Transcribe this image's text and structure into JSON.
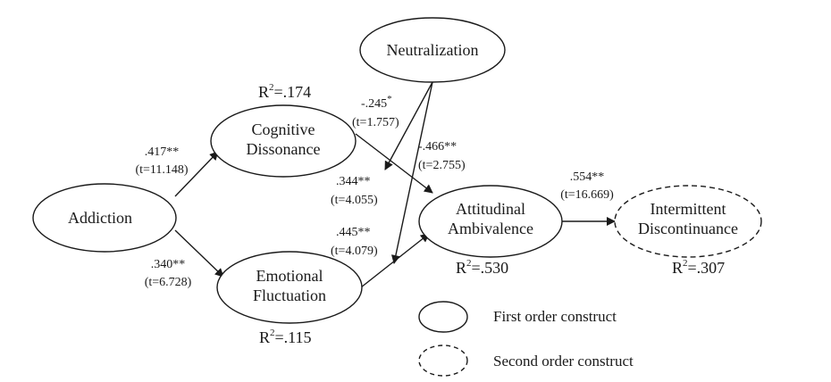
{
  "nodes": {
    "neutralization": {
      "lines": [
        "Neutralization"
      ]
    },
    "cognitive": {
      "lines": [
        "Cognitive",
        "Dissonance"
      ]
    },
    "addiction": {
      "lines": [
        "Addiction"
      ]
    },
    "emotional": {
      "lines": [
        "Emotional",
        "Fluctuation"
      ]
    },
    "attitudinal": {
      "lines": [
        "Attitudinal",
        "Ambivalence"
      ]
    },
    "intermittent": {
      "lines": [
        "Intermittent",
        "Discontinuance"
      ]
    }
  },
  "r2": {
    "cognitive": {
      "prefix": "R",
      "sup": "2",
      "value": "=.174"
    },
    "emotional": {
      "prefix": "R",
      "sup": "2",
      "value": "=.115"
    },
    "attitudinal": {
      "prefix": "R",
      "sup": "2",
      "value": "=.530"
    },
    "intermittent": {
      "prefix": "R",
      "sup": "2",
      "value": "=.307"
    }
  },
  "paths": {
    "add_cog": {
      "coef": ".417**",
      "t": "(t=11.148)"
    },
    "add_emo": {
      "coef": ".340**",
      "t": "(t=6.728)"
    },
    "neu_cog": {
      "coef": "-.245",
      "sup": "*",
      "t": "(t=1.757)"
    },
    "neu_emo": {
      "coef": "-.466**",
      "t": "(t=2.755)"
    },
    "cog_att": {
      "coef": ".344**",
      "t": "(t=4.055)"
    },
    "emo_att": {
      "coef": ".445**",
      "t": "(t=4.079)"
    },
    "att_int": {
      "coef": ".554**",
      "t": "(t=16.669)"
    }
  },
  "legend": {
    "first_order": "First order construct",
    "second_order": "Second order construct"
  }
}
